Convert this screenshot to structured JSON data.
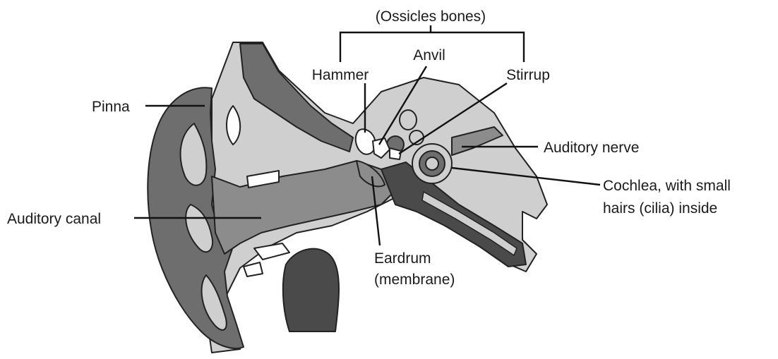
{
  "labels": {
    "ossicles": "(Ossicles bones)",
    "hammer": "Hammer",
    "anvil": "Anvil",
    "stirrup": "Stirrup",
    "pinna": "Pinna",
    "auditory_nerve": "Auditory nerve",
    "cochlea_line1": "Cochlea, with small",
    "cochlea_line2": "hairs (cilia) inside",
    "auditory_canal": "Auditory canal",
    "eardrum_line1": "Eardrum",
    "eardrum_line2": "(membrane)"
  },
  "colors": {
    "dark_tissue": "#6e6e6e",
    "mid_tissue": "#8c8c8c",
    "light_bone": "#cfcfcf",
    "very_dark": "#4a4a4a",
    "outline": "#222222",
    "background": "#ffffff"
  }
}
